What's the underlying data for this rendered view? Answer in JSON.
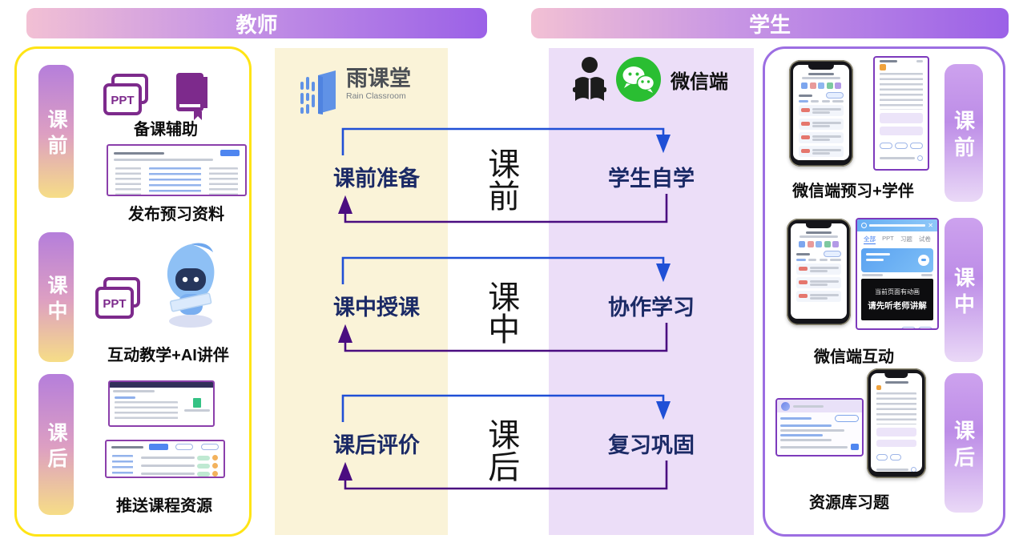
{
  "headers": {
    "teacher": "教师",
    "student": "学生"
  },
  "platforms": {
    "rain_classroom": {
      "name": "雨课堂",
      "subtitle": "Rain Classroom"
    },
    "wechat": {
      "label": "微信端"
    }
  },
  "teacher_column": {
    "stages": [
      "课前",
      "课中",
      "课后"
    ],
    "items": [
      {
        "caption": "备课辅助"
      },
      {
        "caption": "发布预习资料"
      },
      {
        "caption": "互动教学+AI讲伴"
      },
      {
        "caption": "推送课程资源"
      }
    ]
  },
  "flow_rows": [
    {
      "teacher": "课前准备",
      "stage": "课前",
      "student": "学生自学"
    },
    {
      "teacher": "课中授课",
      "stage": "课中",
      "student": "协作学习"
    },
    {
      "teacher": "课后评价",
      "stage": "课后",
      "student": "复习巩固"
    }
  ],
  "student_column": {
    "stages": [
      "课前",
      "课中",
      "课后"
    ],
    "items": [
      {
        "caption": "微信端预习+学伴"
      },
      {
        "caption": "微信端互动",
        "tabs": [
          "全部",
          "PPT",
          "习题",
          "试卷"
        ],
        "overlay_lines": [
          "当前页面有动画",
          "请先听老师讲解"
        ]
      },
      {
        "caption": "资源库习题"
      }
    ]
  },
  "colors": {
    "header_gradient_start": "#f2c0d4",
    "header_gradient_end": "#9b61e7",
    "teacher_box_border": "#ffe415",
    "student_box_border": "#9c6ee2",
    "teacher_panel_bg": "#faf3d8",
    "student_panel_bg": "#ecdef8",
    "flow_label_color": "#1b2a66",
    "forward_arrow_blue": "#1f4fd6",
    "return_arrow_purple": "#4a0d80",
    "wechat_green": "#2abe32",
    "rain_logo_blue": "#6092e6",
    "ppt_icon_purple": "#7d2a8c",
    "teacher_pill_gradient": [
      "#b57edb",
      "#dd9fc2",
      "#f6dd87"
    ],
    "student_pill_gradient": [
      "#cda2ee",
      "#bd8de7",
      "#ead9f7"
    ]
  }
}
